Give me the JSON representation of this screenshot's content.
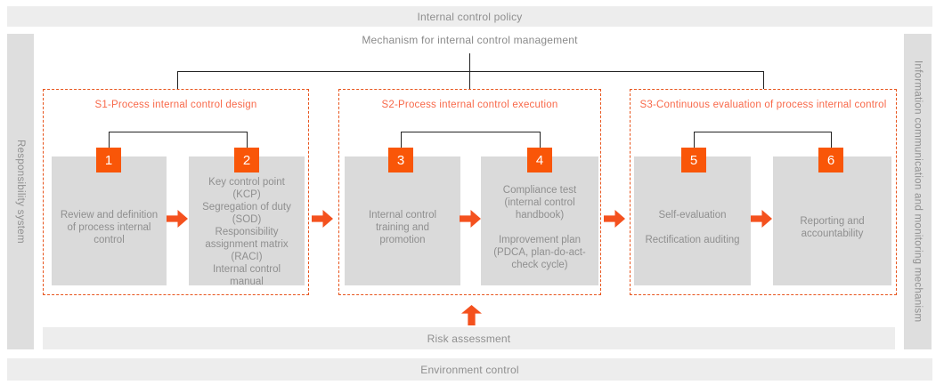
{
  "palette": {
    "orange": "#f4511e",
    "square_orange": "#f95608",
    "title_orange": "#f8694a",
    "dashed_border": "#e8541c",
    "bar_bg": "#ededed",
    "box_bg": "#dadada",
    "side_bar_bg": "#dedede",
    "text_gray": "#8f8f8f",
    "line_black": "#222222"
  },
  "top_bar": {
    "label": "Internal control policy"
  },
  "mechanism_label": "Mechanism for internal control management",
  "left_bar": {
    "label": "Responsibility system"
  },
  "right_bar": {
    "label": "Information communication and monitoring mechanism"
  },
  "sections": [
    {
      "title": "S1-Process internal control design",
      "steps": [
        {
          "number": "1",
          "lines": [
            "Review and definition of process internal control"
          ]
        },
        {
          "number": "2",
          "lines": [
            "Key control point (KCP)",
            "Segregation of duty (SOD)",
            "Responsibility assignment matrix (RACI)",
            "Internal control manual"
          ]
        }
      ]
    },
    {
      "title": "S2-Process internal control execution",
      "steps": [
        {
          "number": "3",
          "lines": [
            "Internal control training and promotion"
          ]
        },
        {
          "number": "4",
          "lines": [
            "Compliance test (internal control handbook)",
            "Improvement plan (PDCA, plan-do-act-check cycle)"
          ]
        }
      ]
    },
    {
      "title": "S3-Continuous evaluation of process internal control",
      "steps": [
        {
          "number": "5",
          "lines": [
            "Self-evaluation",
            "Rectification auditing"
          ]
        },
        {
          "number": "6",
          "lines": [
            "Reporting and accountability"
          ]
        }
      ]
    }
  ],
  "risk_bar": {
    "label": "Risk assessment"
  },
  "environment_bar": {
    "label": "Environment control"
  }
}
